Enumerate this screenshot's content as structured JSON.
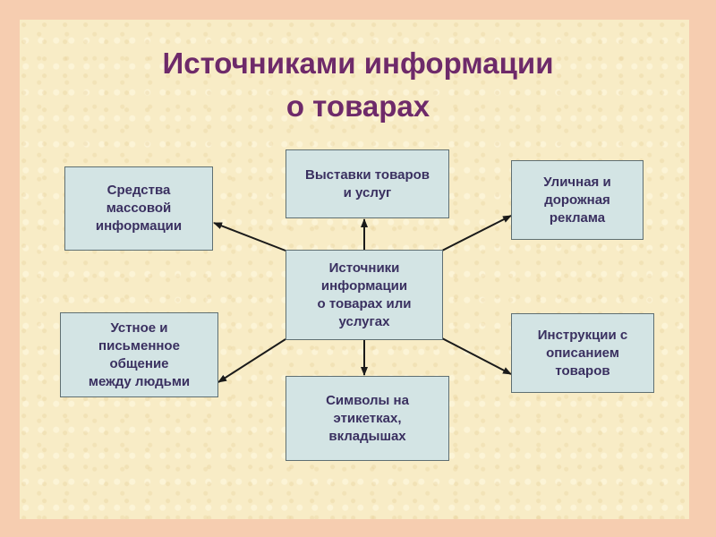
{
  "title": {
    "line1": "Источниками информации",
    "line2": "о товарах"
  },
  "center": {
    "label": "Источники\nинформации\nо товарах или\nуслугах"
  },
  "boxes": {
    "top": {
      "label": "Выставки товаров\nи услуг"
    },
    "top_left": {
      "label": "Средства\nмассовой\nинформации"
    },
    "top_right": {
      "label": "Уличная и\nдорожная\nреклама"
    },
    "bottom_left": {
      "label": "Устное и\nписьменное\nобщение\nмежду людьми"
    },
    "bottom_right": {
      "label": "Инструкции с\nописанием\nтоваров"
    },
    "bottom": {
      "label": "Символы на\nэтикетках,\nвкладышах"
    }
  },
  "colors": {
    "title": "#6e2a6a",
    "box_fill": "#d3e4e4",
    "box_text": "#3a3060",
    "arrow": "#1a1a1a"
  }
}
